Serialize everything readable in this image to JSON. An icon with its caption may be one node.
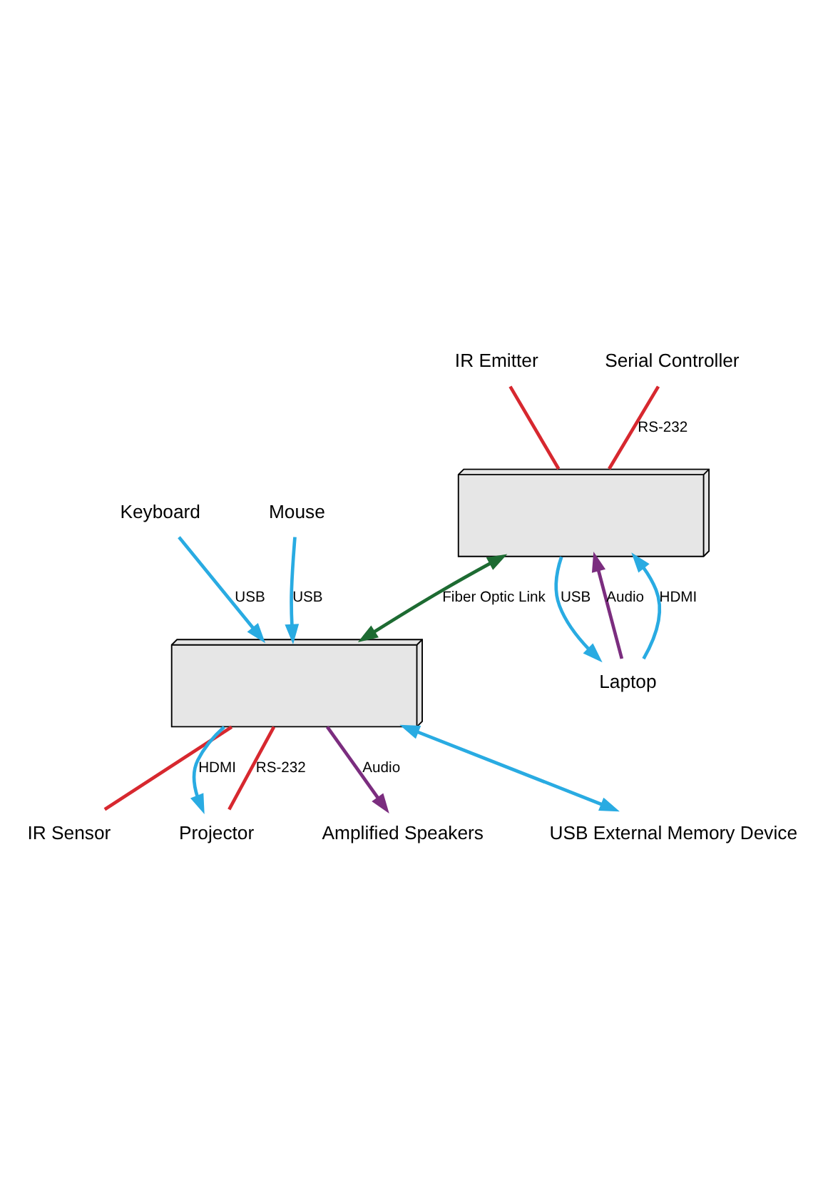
{
  "diagram": {
    "nodes": [
      {
        "text": [],
        "shape": "box"
      },
      {
        "text": [],
        "shape": "box"
      },
      {
        "text": [
          "IR Emitter"
        ]
      },
      {
        "text": [
          "Serial Controller"
        ]
      },
      {
        "text": [
          "Laptop"
        ]
      },
      {
        "text": [
          "IR Sensor"
        ]
      },
      {
        "text": [
          "Projector"
        ]
      },
      {
        "text": [
          "Amplified Speakers"
        ]
      },
      {
        "text": [
          "USB External Memory Device"
        ]
      },
      {
        "text": [
          "Keyboard"
        ]
      },
      {
        "text": [
          "Mouse"
        ]
      }
    ],
    "edges": [
      {
        "from": 2,
        "to": 0,
        "arrow": "none",
        "color": "#d7282f"
      },
      {
        "from": 3,
        "to": 0,
        "arrow": "none",
        "label": "RS-232",
        "color": "#d7282f"
      },
      {
        "from": 4,
        "to": 0,
        "arrow": "to",
        "label": "Audio",
        "color": "#7b2d7f"
      },
      {
        "from": 4,
        "to": 0,
        "arrow": "to",
        "label": "HDMI"
      },
      {
        "from": 0,
        "to": 4,
        "arrow": "to",
        "label": "USB"
      },
      {
        "from": 0,
        "to": 1,
        "arrow": "both",
        "label": "Fiber Optic Link",
        "color": "#1d6b32"
      },
      {
        "from": 1,
        "to": 5,
        "arrow": "none",
        "color": "#d7282f"
      },
      {
        "from": 1,
        "to": 6,
        "arrow": "to",
        "label": "HDMI"
      },
      {
        "from": 1,
        "to": 6,
        "arrow": "none",
        "label": "RS-232",
        "color": "#d7282f"
      },
      {
        "from": 1,
        "to": 7,
        "arrow": "to",
        "label": "Audio",
        "color": "#7b2d7f"
      },
      {
        "from": 1,
        "to": 8,
        "arrow": "both"
      },
      {
        "from": 9,
        "to": 1,
        "arrow": "to",
        "label": "USB"
      },
      {
        "from": 10,
        "to": 1,
        "arrow": "to",
        "label": "USB"
      }
    ]
  }
}
